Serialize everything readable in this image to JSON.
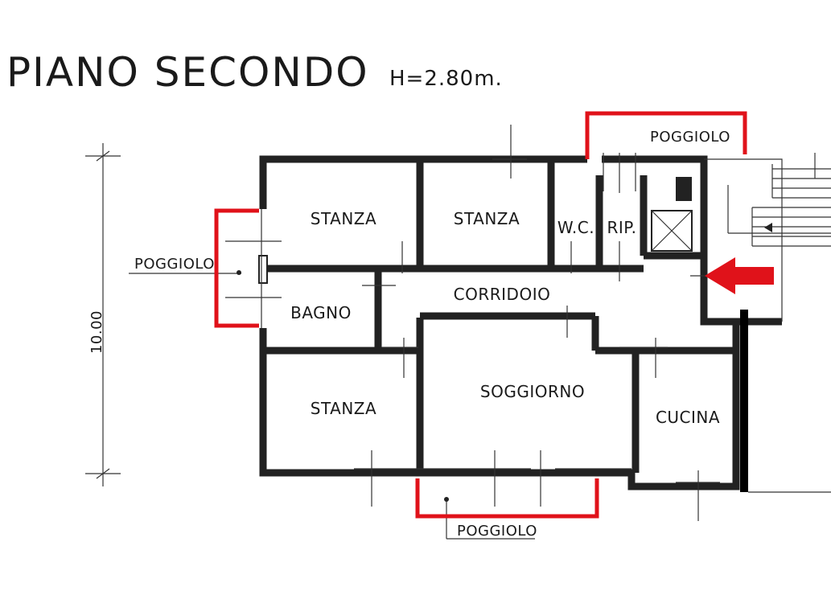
{
  "title": "PIANO SECONDO",
  "height_label": "H=2.80m.",
  "dimension_label": "10.00",
  "rooms": {
    "stanza_top_left": "STANZA",
    "stanza_top_mid": "STANZA",
    "wc": "W.C.",
    "rip": "RIP.",
    "corridoio": "CORRIDOIO",
    "bagno": "BAGNO",
    "stanza_bottom": "STANZA",
    "soggiorno": "SOGGIORNO",
    "cucina": "CUCINA"
  },
  "balconies": {
    "top": "POGGIOLO",
    "left": "POGGIOLO",
    "bottom": "POGGIOLO"
  },
  "colors": {
    "highlight": "#e0121a",
    "walls": "#222222",
    "text": "#1a1a1a"
  }
}
